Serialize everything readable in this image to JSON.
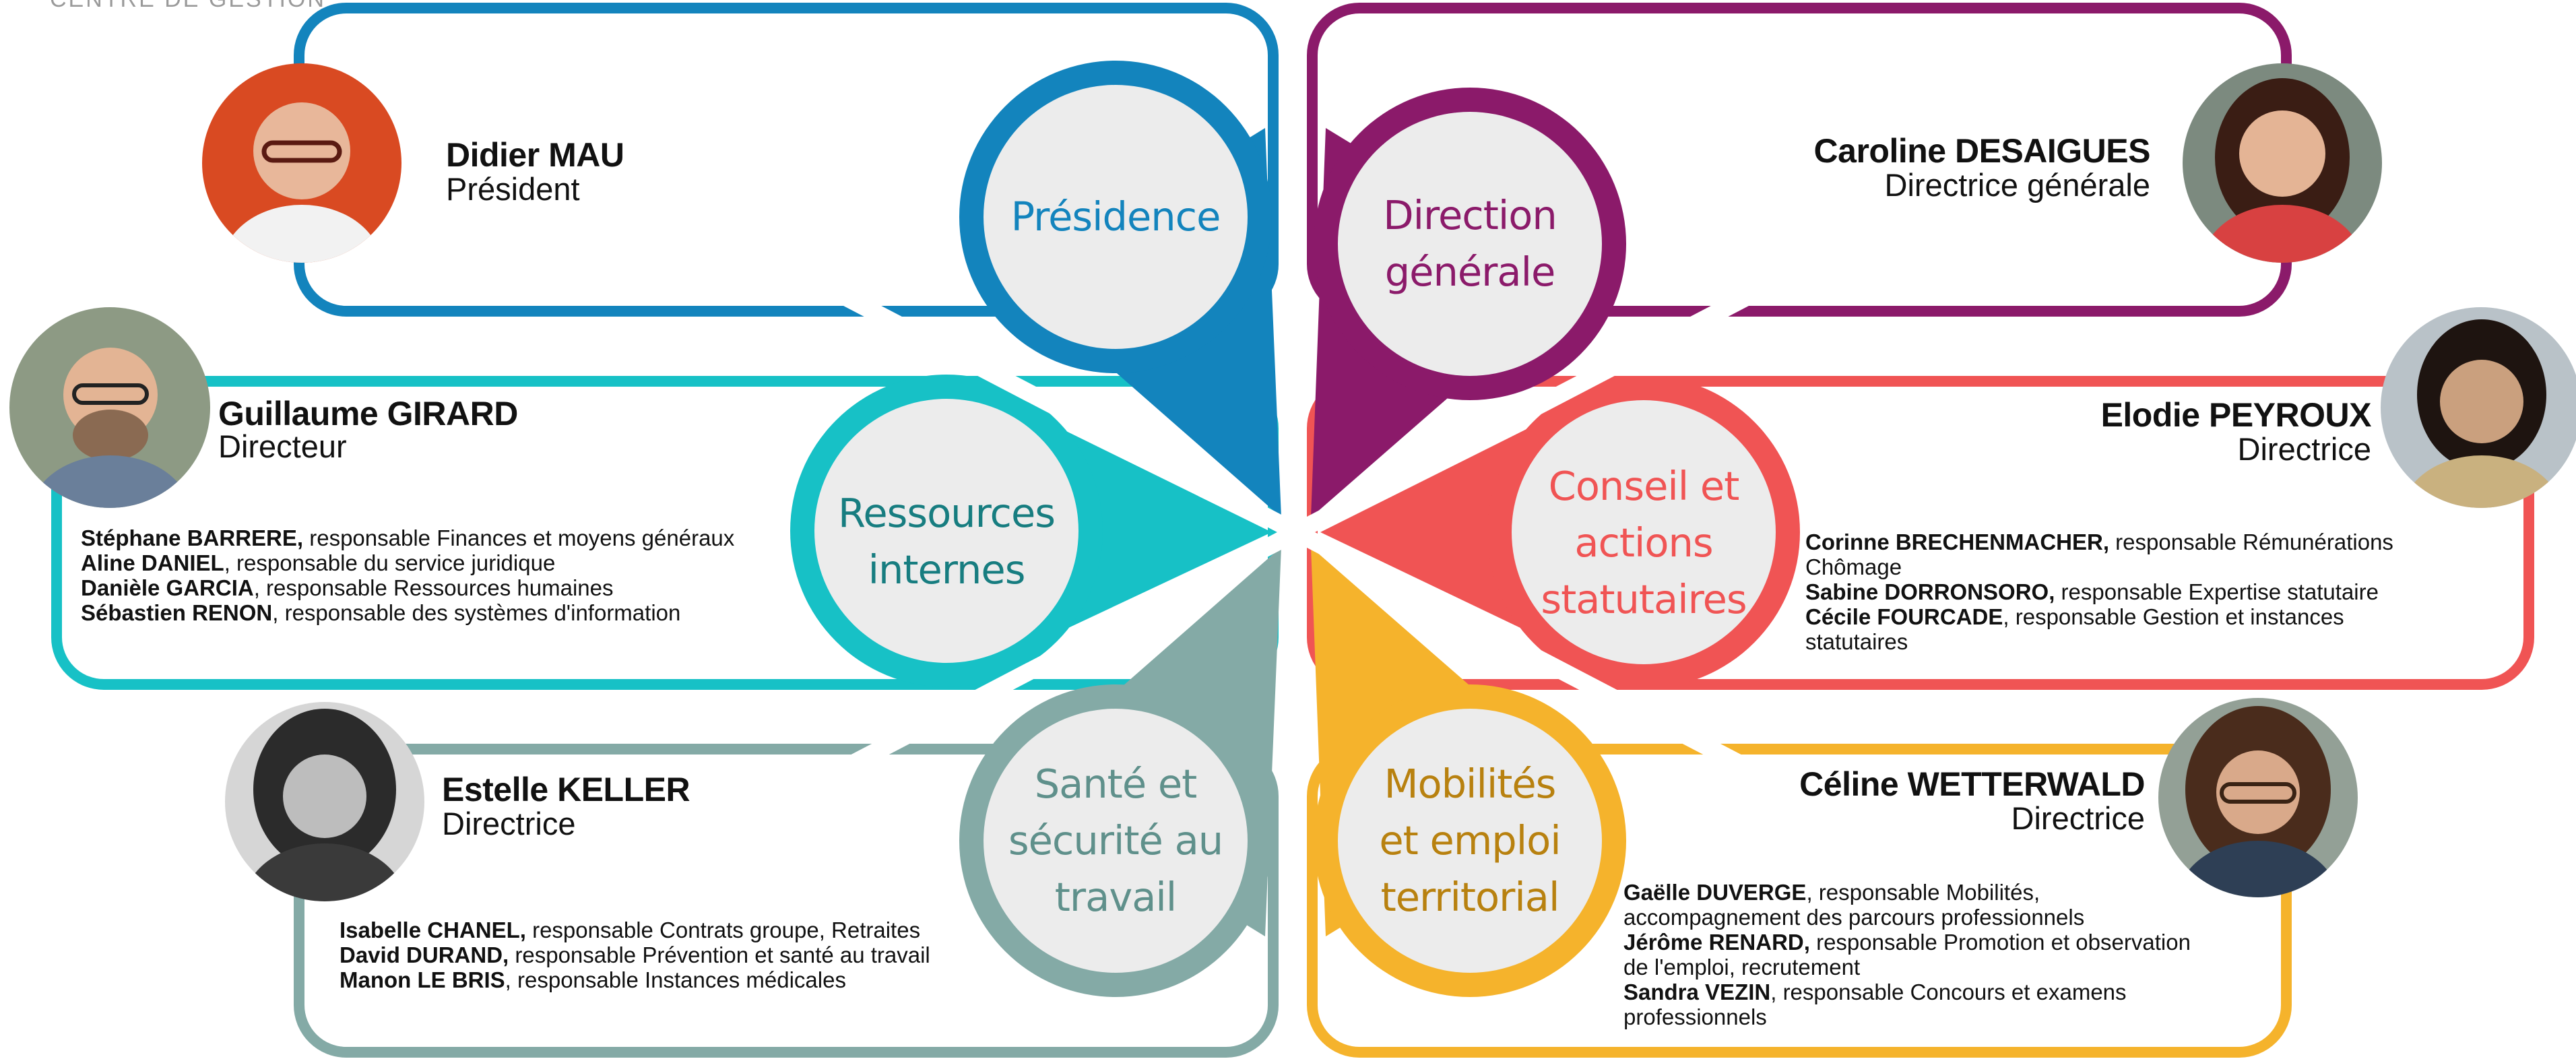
{
  "header": {
    "text": "CENTRE DE GESTION"
  },
  "sections": {
    "presidence": {
      "label": [
        "Présidence"
      ],
      "color": "#1384bd",
      "person": {
        "name": "Didier MAU",
        "role": "Président"
      }
    },
    "direction": {
      "label": [
        "Direction",
        "générale"
      ],
      "color": "#8b1a6a",
      "person": {
        "name": "Caroline DESAIGUES",
        "role": "Directrice générale"
      }
    },
    "ressources": {
      "label": [
        "Ressources",
        "internes"
      ],
      "color": "#17c1c6",
      "label_color": "#177d80",
      "person": {
        "name": "Guillaume GIRARD",
        "role": "Directeur"
      },
      "members": [
        {
          "name": "Stéphane BARRERE,",
          "desc": " responsable Finances et moyens généraux"
        },
        {
          "name": "Aline DANIEL",
          "desc": ", responsable du service juridique"
        },
        {
          "name": "Danièle GARCIA",
          "desc": ", responsable Ressources humaines"
        },
        {
          "name": "Sébastien RENON",
          "desc": ", responsable des systèmes d'information"
        }
      ]
    },
    "conseil": {
      "label": [
        "Conseil et",
        "actions",
        "statutaires"
      ],
      "color": "#f05454",
      "person": {
        "name": "Elodie PEYROUX",
        "role": "Directrice"
      },
      "members": [
        {
          "name": "Corinne BRECHENMACHER,",
          "desc": " responsable Rémunérations"
        },
        {
          "name": "",
          "desc": "Chômage"
        },
        {
          "name": "Sabine DORRONSORO,",
          "desc": " responsable Expertise statutaire"
        },
        {
          "name": "Cécile FOURCADE",
          "desc": ", responsable Gestion et instances"
        },
        {
          "name": "",
          "desc": "statutaires"
        }
      ]
    },
    "sante": {
      "label": [
        "Santé et",
        "sécurité au",
        "travail"
      ],
      "color": "#84aaa6",
      "label_color": "#5f908b",
      "person": {
        "name": "Estelle KELLER",
        "role": "Directrice"
      },
      "members": [
        {
          "name": "Isabelle CHANEL,",
          "desc": " responsable Contrats groupe, Retraites"
        },
        {
          "name": "David DURAND,",
          "desc": " responsable Prévention et santé au travail"
        },
        {
          "name": "Manon LE BRIS",
          "desc": ", responsable Instances médicales"
        }
      ]
    },
    "mobilites": {
      "label": [
        "Mobilités",
        "et emploi",
        "territorial"
      ],
      "color": "#f5b32c",
      "label_color": "#b8810f",
      "person": {
        "name": "Céline WETTERWALD",
        "role": "Directrice"
      },
      "members": [
        {
          "name": "Gaëlle DUVERGE",
          "desc": ", responsable Mobilités,"
        },
        {
          "name": "",
          "desc": "accompagnement des parcours professionnels"
        },
        {
          "name": "Jérôme RENARD,",
          "desc": " responsable Promotion et observation"
        },
        {
          "name": "",
          "desc": "de l'emploi, recrutement"
        },
        {
          "name": "Sandra VEZIN",
          "desc": ", responsable Concours et examens"
        },
        {
          "name": "",
          "desc": "professionnels"
        }
      ]
    }
  }
}
